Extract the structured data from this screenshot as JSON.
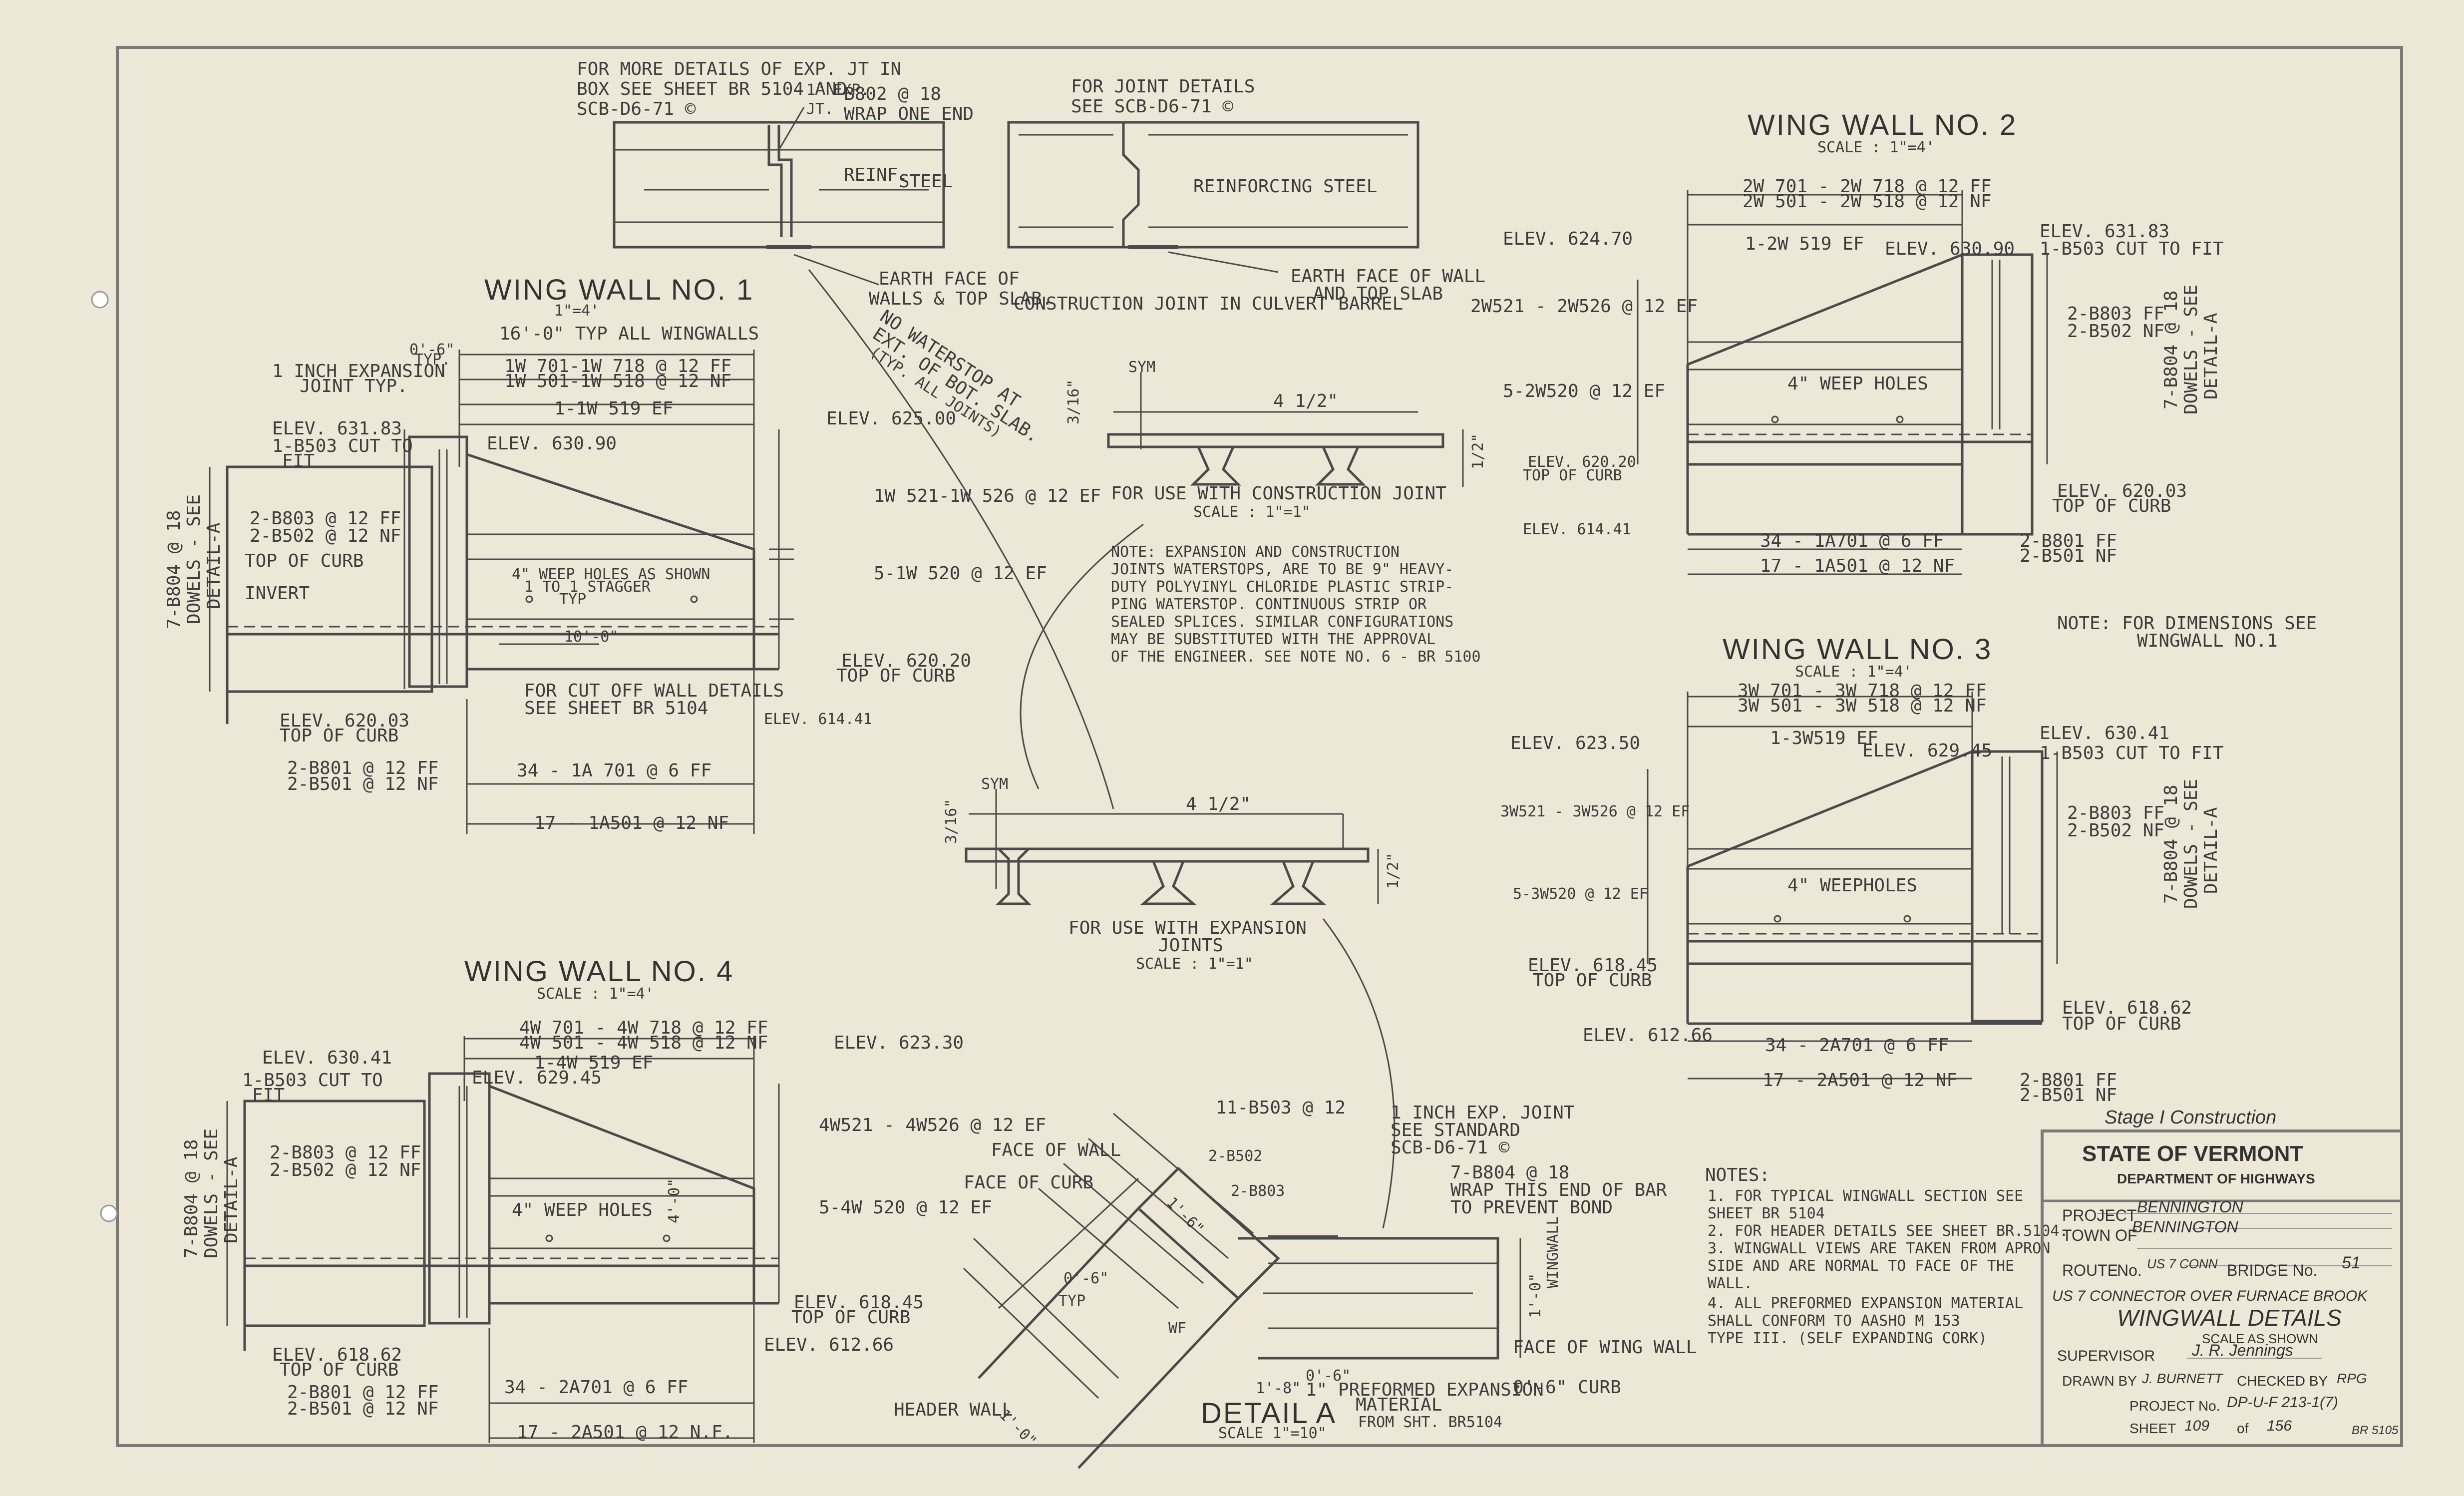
{
  "top_details": {
    "left_note": [
      "FOR MORE DETAILS OF EXP. JT IN",
      "BOX SEE SHEET BR 5104 AND",
      "SCB-D6-71 ©"
    ],
    "bar_b802": [
      "B802 @ 18",
      "WRAP ONE END"
    ],
    "exp_gap": [
      "1\" EXP.",
      "JT."
    ],
    "reinf_steel_left": [
      "REINF.",
      "STEEL"
    ],
    "earth_face_left": [
      "EARTH FACE OF",
      "WALLS & TOP SLAB."
    ],
    "no_waterstop": [
      "NO WATERSTOP AT",
      "EXT. OF BOT. SLAB.",
      "(TYP. ALL JOINTS)"
    ],
    "right_note": [
      "FOR JOINT DETAILS",
      "SEE SCB-D6-71 ©"
    ],
    "reinf_steel_right": "REINFORCING STEEL",
    "earth_face_right": [
      "EARTH FACE OF WALL",
      "AND TOP SLAB"
    ],
    "construction_joint_caption": "CONSTRUCTION JOINT IN CULVERT BARREL"
  },
  "ww1": {
    "title": "WING WALL NO. 1",
    "scale": "1\"=4'",
    "top_dims": [
      "16'-0\" TYP ALL WINGWALLS",
      "1W 701-1W 718 @ 12  FF",
      "1W 501-1W 518 @ 12 NF",
      "1-1W 519  EF"
    ],
    "offset_dim": [
      "0'-6\"",
      "TYP."
    ],
    "expansion_joint": [
      "1 INCH EXPANSION",
      "JOINT TYP."
    ],
    "elev_top_left": "ELEV. 631.83",
    "bar_b503": [
      "1-B503 CUT TO",
      "FIT"
    ],
    "elev_top_mid": "ELEV. 630.90",
    "elev_top_right": "ELEV. 625.00",
    "bars_left": [
      "2-B803 @ 12 FF",
      "2-B502 @ 12 NF"
    ],
    "top_of_curb": "TOP OF CURB",
    "invert": "INVERT",
    "weep": [
      "4\" WEEP HOLES AS SHOWN",
      "1 TO 1 STAGGER",
      "TYP"
    ],
    "dowels": [
      "7-B804 @ 18",
      "DOWELS - SEE",
      "DETAIL-A"
    ],
    "bars_right": [
      "1W 521-1W 526 @ 12  EF",
      "5-1W 520 @ 12  EF"
    ],
    "elev_curb_right": [
      "ELEV. 620.20",
      "TOP OF CURB"
    ],
    "cutoff_note": [
      "FOR CUT OFF WALL DETAILS",
      "SEE SHEET BR 5104"
    ],
    "elev_bottom_right": "ELEV. 614.41",
    "elev_curb_left": [
      "ELEV. 620.03",
      "TOP OF CURB"
    ],
    "bottom_bars": [
      "2-B801 @ 12 FF",
      "2-B501 @ 12 NF"
    ],
    "bottom_dims": [
      "34 - 1A 701  @ 6 FF",
      "17 - 1A501 @ 12 NF"
    ],
    "spacing_note": "10'-0\""
  },
  "ww2": {
    "title": "WING WALL NO. 2",
    "scale": "SCALE : 1\"=4'",
    "top_dims": [
      "2W 701 - 2W 718 @ 12 FF",
      "2W 501 - 2W 518 @ 12 NF",
      "1-2W 519  EF"
    ],
    "elev_left": "ELEV. 624.70",
    "elev_mid": "ELEV. 630.90",
    "elev_right": "ELEV. 631.83",
    "bar_b503": "1-B503 CUT TO FIT",
    "bars_left": [
      "2W521 - 2W526 @ 12  EF",
      "5-2W520 @ 12  EF"
    ],
    "bars_right": [
      "2-B803  FF",
      "2-B502  NF"
    ],
    "dowels": [
      "7-B804 @ 18",
      "DOWELS - SEE",
      "DETAIL-A"
    ],
    "weep": "4\" WEEP HOLES",
    "elev_curb_left": [
      "ELEV. 620.20",
      "TOP OF CURB"
    ],
    "elev_curb_right": [
      "ELEV. 620.03",
      "TOP OF CURB"
    ],
    "elev_bottom": "ELEV. 614.41",
    "bottom_dims": [
      "34 - 1A701 @ 6 FF",
      "17 - 1A501  @ 12  NF"
    ],
    "bottom_bars": [
      "2-B801  FF",
      "2-B501  NF"
    ],
    "note": [
      "NOTE:  FOR DIMENSIONS SEE",
      "WINGWALL NO.1"
    ]
  },
  "ww3": {
    "title": "WING WALL NO. 3",
    "scale": "SCALE : 1\"=4'",
    "top_dims": [
      "3W 701 - 3W 718 @ 12 FF",
      "3W 501 - 3W 518 @ 12 NF",
      "1-3W519 EF"
    ],
    "elev_left": "ELEV. 623.50",
    "elev_mid": "ELEV. 629.45",
    "elev_right": "ELEV. 630.41",
    "bar_b503": "1-B503 CUT TO FIT",
    "bars_left": [
      "3W521 - 3W526 @ 12 EF",
      "5-3W520 @ 12 EF"
    ],
    "bars_right": [
      "2-B803  FF",
      "2-B502  NF"
    ],
    "dowels": [
      "7-B804 @ 18",
      "DOWELS - SEE",
      "DETAIL-A"
    ],
    "weep": "4\" WEEPHOLES",
    "elev_curb_left": [
      "ELEV. 618.45",
      "TOP OF CURB"
    ],
    "elev_curb_right": [
      "ELEV. 618.62",
      "TOP OF CURB"
    ],
    "elev_bottom": "ELEV. 612.66",
    "bottom_dims": [
      "34 - 2A701 @ 6 FF",
      "17 - 2A501 @ 12 NF"
    ],
    "bottom_bars": [
      "2-B801  FF",
      "2-B501  NF"
    ]
  },
  "ww4": {
    "title": "WING WALL NO. 4",
    "scale": "SCALE : 1\"=4'",
    "top_dims": [
      "4W 701 - 4W 718 @ 12 FF",
      "4W 501 - 4W 518 @ 12 NF",
      "1-4W 519  EF"
    ],
    "elev_left": "ELEV. 630.41",
    "bar_b503": [
      "1-B503 CUT TO",
      "FIT"
    ],
    "elev_mid": "ELEV. 629.45",
    "elev_right": "ELEV. 623.30",
    "bars_left": [
      "2-B803 @ 12 FF",
      "2-B502 @ 12 NF"
    ],
    "dowels": [
      "7-B804 @ 18",
      "DOWELS - SEE",
      "DETAIL-A"
    ],
    "weep": "4\" WEEP HOLES",
    "weep_dim": "4'-0\"",
    "bars_right": [
      "4W521 - 4W526 @ 12 EF",
      "5-4W 520 @ 12 EF"
    ],
    "elev_curb_right": [
      "ELEV. 618.45",
      "TOP OF CURB"
    ],
    "elev_curb_left": [
      "ELEV. 618.62",
      "TOP OF CURB"
    ],
    "elev_bottom": "ELEV. 612.66",
    "bottom_bars": [
      "2-B801 @ 12 FF",
      "2-B501 @ 12 NF"
    ],
    "bottom_dims": [
      "34 - 2A701 @ 6 FF",
      "17 - 2A501 @ 12 N.F."
    ]
  },
  "waterstop": {
    "sym": "SYM",
    "width": "4 1/2\"",
    "construction_caption": [
      "FOR USE WITH CONSTRUCTION JOINT",
      "SCALE : 1\"=1\""
    ],
    "expansion_caption": [
      "FOR USE WITH EXPANSION",
      "JOINTS",
      "SCALE : 1\"=1\""
    ],
    "side_dim_a": "3/16\"",
    "side_dim_b": "1/2\"",
    "note": [
      "NOTE:     EXPANSION AND CONSTRUCTION",
      "JOINTS WATERSTOPS, ARE TO BE 9\" HEAVY-",
      "DUTY POLYVINYL CHLORIDE PLASTIC STRIP-",
      "PING WATERSTOP. CONTINUOUS STRIP OR",
      "SEALED SPLICES. SIMILAR CONFIGURATIONS",
      "MAY BE SUBSTITUTED WITH THE APPROVAL",
      "OF THE ENGINEER.  SEE NOTE NO. 6 - BR 5100"
    ]
  },
  "detail_a": {
    "title": "DETAIL  A",
    "scale": "SCALE 1\"=10\"",
    "bars_top": [
      "11-B503 @ 12",
      "2-B502",
      "2-B803"
    ],
    "exp_joint": [
      "1 INCH EXP. JOINT",
      "SEE STANDARD",
      "SCB-D6-71 ©"
    ],
    "b804": [
      "7-B804 @ 18",
      "WRAP THIS END OF BAR",
      "TO PREVENT BOND"
    ],
    "face_of_wall": "FACE OF WALL",
    "face_of_curb": "FACE OF CURB",
    "wingwall": "WINGWALL",
    "wingwall_dim": "1'-0\"",
    "face_of_wing_wall": "FACE OF WING WALL",
    "curb": "0'-6\" CURB",
    "header_wall": "HEADER WALL",
    "dims": [
      "1'-8\"",
      "0'-6\"",
      "1'-0\"",
      "0'-6\"",
      "1'-6\"",
      "WF"
    ],
    "preformed": [
      "1\" PREFORMED EXPANSION",
      "MATERIAL"
    ],
    "from_sheet": "FROM SHT. BR5104",
    "note": "TYP"
  },
  "notes": {
    "heading": "NOTES:",
    "items": [
      "1. FOR TYPICAL WINGWALL SECTION SEE",
      "   SHEET BR 5104",
      "2. FOR HEADER DETAILS SEE SHEET BR.5104.",
      "3. WINGWALL VIEWS ARE TAKEN FROM APRON",
      "   SIDE AND ARE NORMAL TO FACE OF THE",
      "   WALL.",
      "4. ALL PREFORMED EXPANSION MATERIAL",
      "   SHALL CONFORM TO AASHO M 153",
      "   TYPE III. (SELF EXPANDING CORK)"
    ]
  },
  "title_block": {
    "stage": "Stage I Construction",
    "state": "STATE OF VERMONT",
    "dept": "DEPARTMENT OF HIGHWAYS",
    "project_label": "PROJECT",
    "project_value": "BENNINGTON",
    "town_label": "TOWN OF",
    "town_value": "BENNINGTON",
    "route_label": "ROUTE",
    "route_no_label": "No.",
    "route_value": "US 7 CONN",
    "bridge_label": "BRIDGE No.",
    "bridge_value": "51",
    "location": "US 7 CONNECTOR OVER FURNACE BROOK",
    "drawing_title": "WINGWALL DETAILS",
    "scale": "SCALE AS SHOWN",
    "supervisor_label": "SUPERVISOR",
    "supervisor_value": "J. R. Jennings",
    "drawn_label": "DRAWN BY",
    "drawn_value": "J. BURNETT",
    "checked_label": "CHECKED BY",
    "checked_value": "RPG",
    "project_no_label": "PROJECT No.",
    "project_no_value": "DP-U-F 213-1(7)",
    "sheet_label": "SHEET",
    "sheet_value": "109",
    "of_label": "of",
    "sheet_total": "156",
    "sheet_code": "BR 5105"
  }
}
